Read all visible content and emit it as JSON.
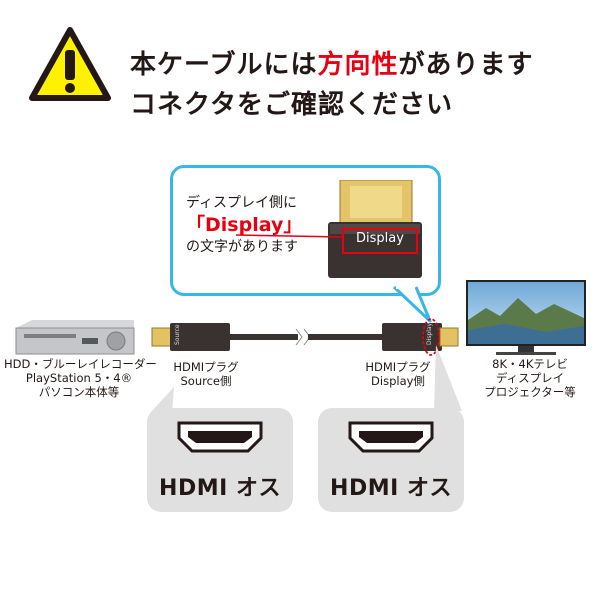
{
  "warning": {
    "line1_a": "本ケーブルには",
    "line1_accent": "方向性",
    "line1_b": "があります",
    "line2": "コネクタをご確認ください",
    "accent_color": "#e60012",
    "icon": "warning-triangle-icon"
  },
  "callout": {
    "line1": "ディスプレイ側に",
    "line2": "「Display」",
    "line3": "の文字があります",
    "connector_label": "Display",
    "border_color": "#38b6e8"
  },
  "cable": {
    "source_plug_label": "Source",
    "display_plug_label": "Display"
  },
  "devices": {
    "left": [
      "HDD・ブルーレイレコーダー",
      "PlayStation 5・4®",
      "パソコン本体等"
    ],
    "right": [
      "8K・4Kテレビ",
      "ディスプレイ",
      "プロジェクター等"
    ]
  },
  "plugs": {
    "source": [
      "HDMIプラグ",
      "Source側"
    ],
    "display": [
      "HDMIプラグ",
      "Display側"
    ]
  },
  "panels": {
    "left_label": "HDMI オス",
    "right_label": "HDMI オス"
  }
}
